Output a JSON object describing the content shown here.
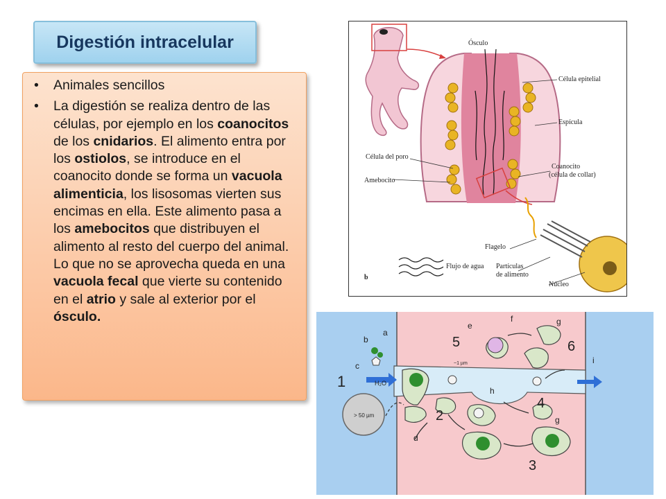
{
  "title": "Digestión intracelular",
  "bullets": [
    {
      "bullet": "•",
      "segments": [
        {
          "t": "Animales sencillos",
          "b": false
        }
      ]
    },
    {
      "bullet": "•",
      "segments": [
        {
          "t": "La digestión se realiza dentro de las células, por ejemplo en los ",
          "b": false
        },
        {
          "t": "coanocitos",
          "b": true
        },
        {
          "t": " de los ",
          "b": false
        },
        {
          "t": "cnidarios",
          "b": true
        },
        {
          "t": ". El alimento entra por los ",
          "b": false
        },
        {
          "t": "ostiolos",
          "b": true
        },
        {
          "t": ", se introduce en el coanocito donde se forma un ",
          "b": false
        },
        {
          "t": "vacuola alimenticia",
          "b": true
        },
        {
          "t": ", los lisosomas vierten sus encimas en ella. Este alimento pasa a los ",
          "b": false
        },
        {
          "t": "amebocitos",
          "b": true
        },
        {
          "t": " que distribuyen el alimento al resto del cuerpo del animal. Lo que no se aprovecha queda en una ",
          "b": false
        },
        {
          "t": "vacuola fecal",
          "b": true
        },
        {
          "t": " que vierte su contenido en el ",
          "b": false
        },
        {
          "t": "atrio",
          "b": true
        },
        {
          "t": " y sale al exterior por el ",
          "b": false
        },
        {
          "t": "ósculo.",
          "b": true
        }
      ]
    }
  ],
  "sponge_figure": {
    "labels": {
      "osculo": "Ósculo",
      "celula_epitelial": "Célula epitelial",
      "espicula": "Espícula",
      "celula_poro": "Célula del poro",
      "amebocito": "Amebocito",
      "coanocito_1": "Coanocito",
      "coanocito_2": "(célula de collar)",
      "flagelo": "Flagelo",
      "flujo": "Flujo de agua",
      "particulas_1": "Partículas",
      "particulas_2": "de alimento",
      "nucleo": "Núcleo",
      "panel": "b"
    }
  },
  "digestion_figure": {
    "labels": {
      "n1": "1",
      "n2": "2",
      "n3": "3",
      "n4": "4",
      "n5": "5",
      "n6": "6",
      "a": "a",
      "b": "b",
      "c": "c",
      "d": "d",
      "e": "e",
      "f": "f",
      "g1": "g",
      "g2": "g",
      "h": "h",
      "i": "i",
      "h2o": "H₂O",
      "size_small": "~1 µm",
      "size_large": "> 50 µm"
    },
    "colors": {
      "water": "#a9cff0",
      "tissue": "#f7c9cc",
      "canal": "#d8ecf8",
      "arrow": "#2f6fd6"
    }
  }
}
